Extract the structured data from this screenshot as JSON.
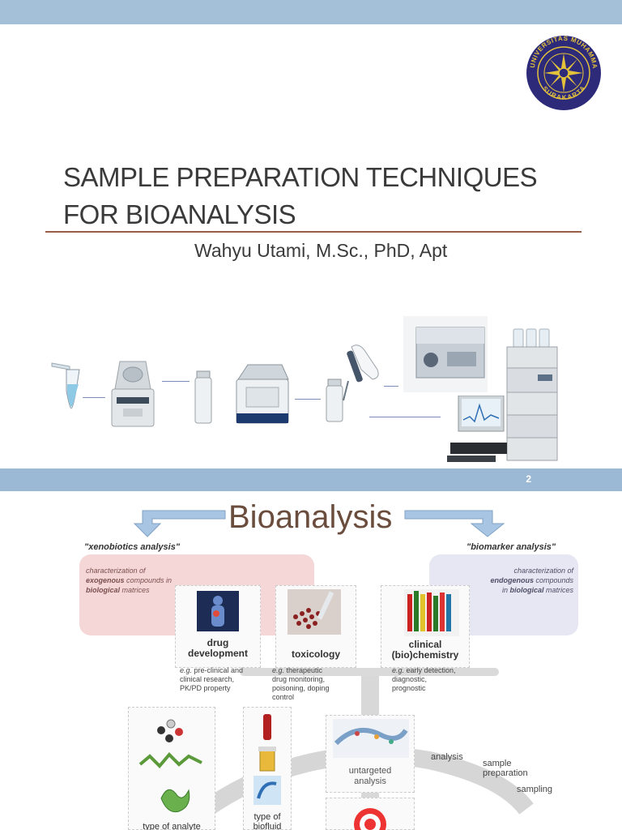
{
  "slide1": {
    "title_line1": "SAMPLE PREPARATION TECHNIQUES",
    "title_line2": "FOR BIOANALYSIS",
    "author": "Wahyu Utami, M.Sc., PhD, Apt",
    "logo": {
      "ring_text": "UNIVERSITAS MUHAMMADIYAH",
      "bottom_text": "SURAKARTA"
    },
    "colors": {
      "top_bar": "#a4bfd8",
      "rule": "#9a5d48",
      "title": "#3a3a3a"
    }
  },
  "slide2": {
    "page_number": "2",
    "title": "Bioanalysis",
    "left_quote": "\"xenobiotics analysis\"",
    "right_quote": "\"biomarker analysis\"",
    "left_def_1": "characterization of",
    "left_def_2a": "exogenous",
    "left_def_2b": " compounds in",
    "left_def_3a": "biological",
    "left_def_3b": " matrices",
    "right_def_1": "characterization of",
    "right_def_2a": "endogenous",
    "right_def_2b": " compounds",
    "right_def_3a": "in ",
    "right_def_3b": "biological",
    "right_def_3c": " matrices",
    "cards": [
      {
        "label_1": "drug",
        "label_2": "development",
        "desc_eg": "e.g.",
        "desc_1": " pre-clinical and",
        "desc_2": "clinical research,",
        "desc_3": "PK/PD property"
      },
      {
        "label_1": "toxicology",
        "desc_eg": "e.g.",
        "desc_1": " therapeutic",
        "desc_2": "drug monitoring,",
        "desc_3": "poisoning, doping",
        "desc_4": "control"
      },
      {
        "label_1": "clinical",
        "label_2": "(bio)chemistry",
        "desc_eg": "e.g.",
        "desc_1": " early detection,",
        "desc_2": "diagnostic,",
        "desc_3": "prognostic"
      }
    ],
    "bottom": {
      "analyte": "type of analyte",
      "biofluid_1": "type of",
      "biofluid_2": "biofluid",
      "untargeted_1": "untargeted",
      "untargeted_2": "analysis",
      "analysis": "analysis",
      "sample_1": "sample",
      "sample_2": "preparation",
      "sampling": "sampling"
    },
    "colors": {
      "bar": "#9bb9d4",
      "title": "#6b4d3e",
      "pink": "#f6d7d7",
      "blue": "#e6e7f2"
    }
  }
}
